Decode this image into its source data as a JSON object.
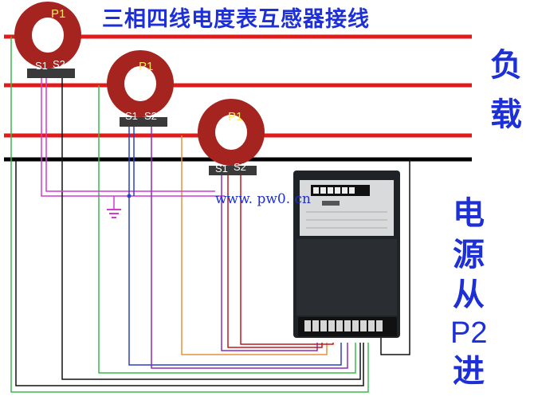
{
  "title": "三相四线电度表互感器接线",
  "side_label_top": [
    "负",
    "载"
  ],
  "side_label_bottom": [
    "电",
    "源",
    "从",
    "P2",
    "进"
  ],
  "watermark": "www. pw0. cn",
  "transformers": [
    {
      "p_label": "P1",
      "s1_label": "S1",
      "s2_label": "S2"
    },
    {
      "p_label": "P1",
      "s1_label": "S1",
      "s2_label": "S2"
    },
    {
      "p_label": "P1",
      "s1_label": "S1",
      "s2_label": "S2"
    }
  ],
  "colors": {
    "phase_line": "#e11a1a",
    "neutral_line": "#000000",
    "ct_ring": "#a52420",
    "text_blue": "#1d2fd6",
    "wire_green": "#3cba4e",
    "wire_orange": "#e8913a",
    "wire_purple": "#8e2bb8",
    "wire_magenta": "#d23ad2",
    "wire_blue": "#2a3fcc",
    "wire_red": "#c2181e",
    "wire_black": "#111111",
    "meter_body": "#1f2226"
  }
}
